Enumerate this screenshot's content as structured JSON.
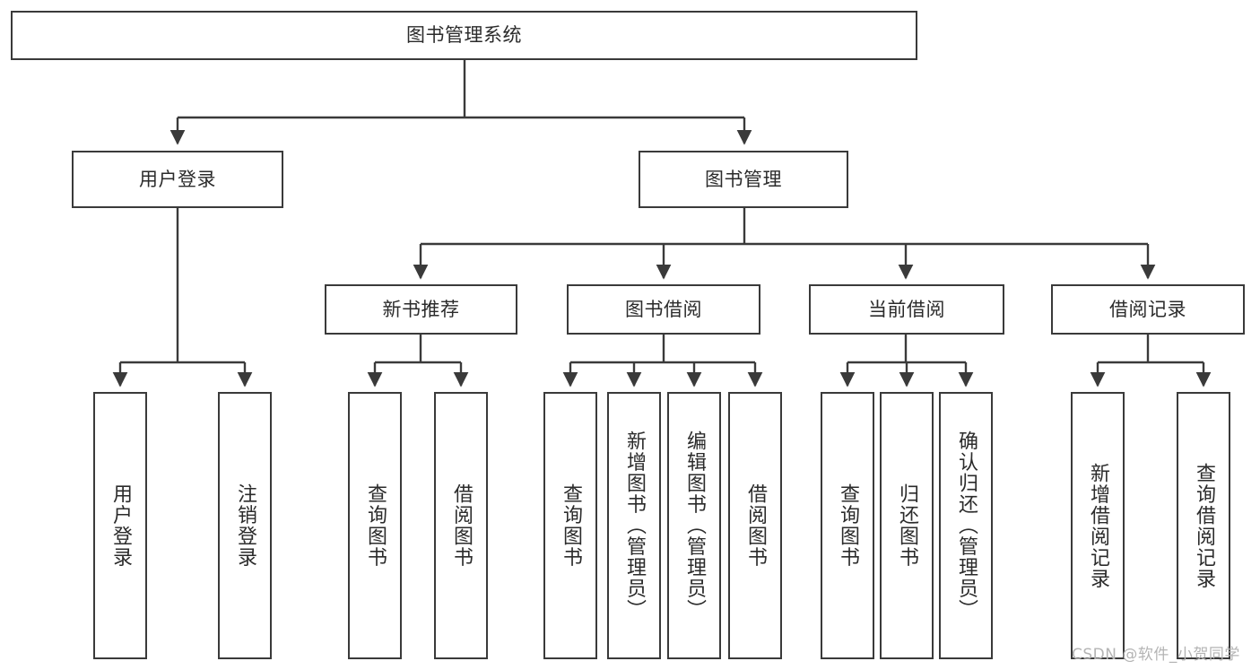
{
  "diagram": {
    "title": "图书管理系统",
    "watermark": "CSDN @软件_小贺同学",
    "stroke_color": "#3a3a3a",
    "text_color": "#2b2b2b",
    "background_color": "#ffffff",
    "root": {
      "label": "图书管理系统"
    },
    "level2": [
      {
        "label": "用户登录"
      },
      {
        "label": "图书管理"
      }
    ],
    "level3": [
      {
        "label": "新书推荐"
      },
      {
        "label": "图书借阅"
      },
      {
        "label": "当前借阅"
      },
      {
        "label": "借阅记录"
      }
    ],
    "leaves": [
      {
        "label": "用户登录",
        "parent": "用户登录"
      },
      {
        "label": "注销登录",
        "parent": "用户登录"
      },
      {
        "label": "查询图书",
        "parent": "新书推荐"
      },
      {
        "label": "借阅图书",
        "parent": "新书推荐"
      },
      {
        "label": "查询图书",
        "parent": "图书借阅"
      },
      {
        "label": "新增图书（管理员）",
        "parent": "图书借阅"
      },
      {
        "label": "编辑图书（管理员）",
        "parent": "图书借阅"
      },
      {
        "label": "借阅图书",
        "parent": "图书借阅"
      },
      {
        "label": "查询图书",
        "parent": "当前借阅"
      },
      {
        "label": "归还图书",
        "parent": "当前借阅"
      },
      {
        "label": "确认归还（管理员）",
        "parent": "当前借阅"
      },
      {
        "label": "新增借阅记录",
        "parent": "借阅记录"
      },
      {
        "label": "查询借阅记录",
        "parent": "借阅记录"
      }
    ]
  }
}
